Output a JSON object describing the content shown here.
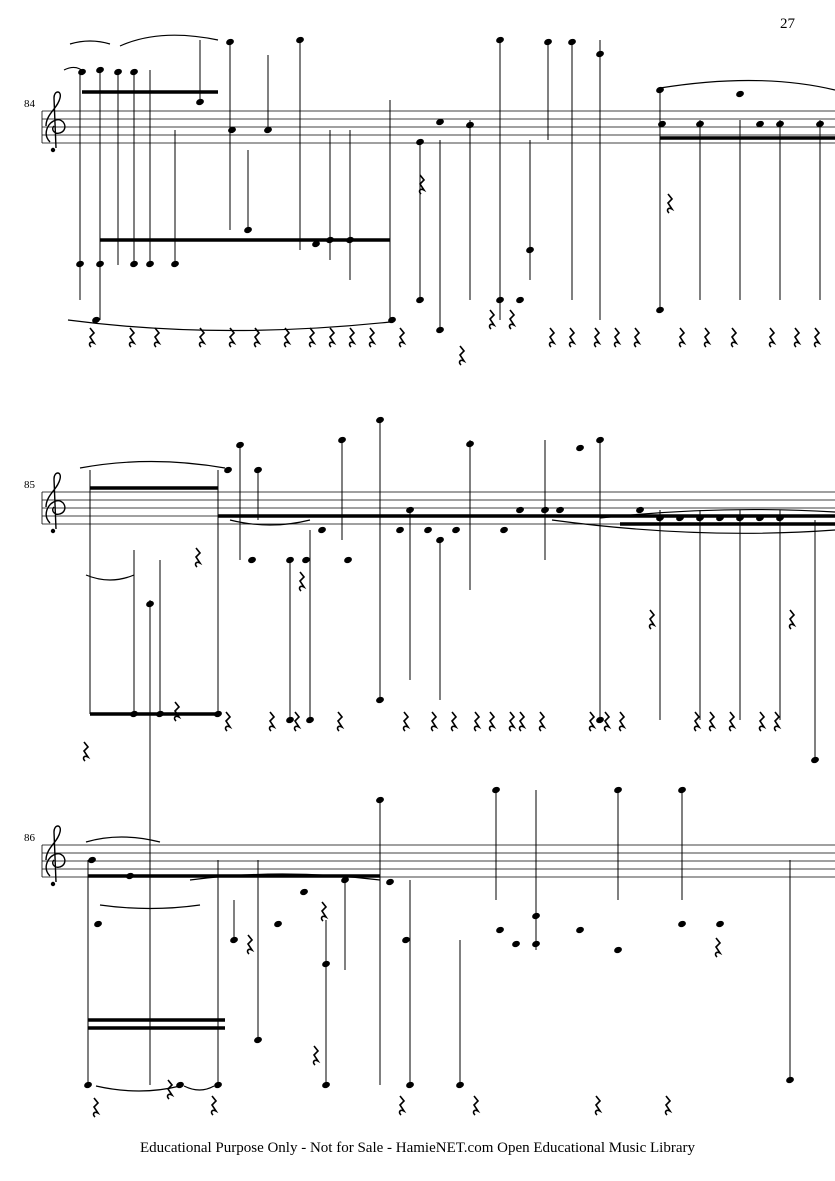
{
  "page": {
    "number": "27"
  },
  "systems": [
    {
      "measure_number": "84"
    },
    {
      "measure_number": "85"
    },
    {
      "measure_number": "86"
    }
  ],
  "footer": {
    "text": "Educational Purpose Only - Not for Sale - HamieNET.com Open Educational Music Library"
  }
}
